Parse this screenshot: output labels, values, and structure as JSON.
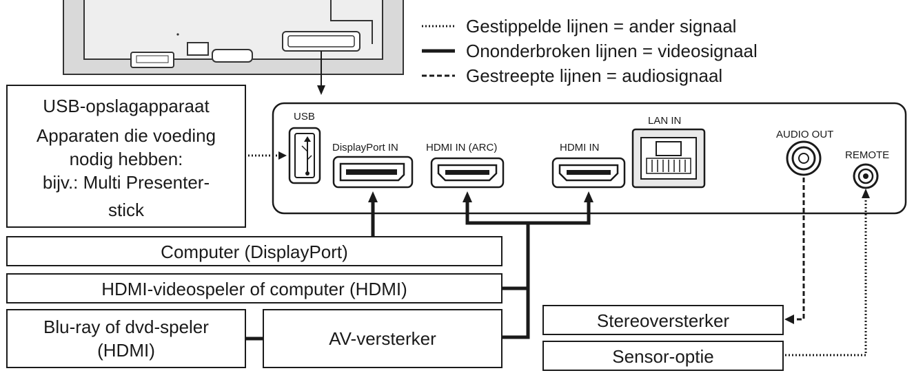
{
  "legend": {
    "items": [
      {
        "style": "dotted",
        "label": "Gestippelde lijnen = ander signaal"
      },
      {
        "style": "solid",
        "label": "Ononderbroken lijnen = videosignaal"
      },
      {
        "style": "dashed",
        "label": "Gestreepte lijnen = audiosignaal"
      }
    ]
  },
  "ports": {
    "usb": "USB",
    "displayport_in": "DisplayPort IN",
    "hdmi_in_arc": "HDMI IN (ARC)",
    "hdmi_in": "HDMI IN",
    "lan_in": "LAN IN",
    "audio_out": "AUDIO OUT",
    "remote": "REMOTE"
  },
  "devices": {
    "usb_box": {
      "title": "USB-opslagapparaat",
      "lines": [
        "Apparaten die voeding",
        "nodig hebben:",
        "bijv.: Multi Presenter-",
        "stick"
      ]
    },
    "computer_dp": "Computer (DisplayPort)",
    "hdmi_player": "HDMI-videospeler of computer (HDMI)",
    "bluray": [
      "Blu-ray of dvd-speler",
      "(HDMI)"
    ],
    "av_receiver": "AV-versterker",
    "stereo_amp": "Stereoversterker",
    "sensor": "Sensor-optie"
  },
  "colors": {
    "line": "#1a1a1a",
    "panel_fill": "#f2f2f2",
    "monitor_fill": "#d9d9d9"
  }
}
